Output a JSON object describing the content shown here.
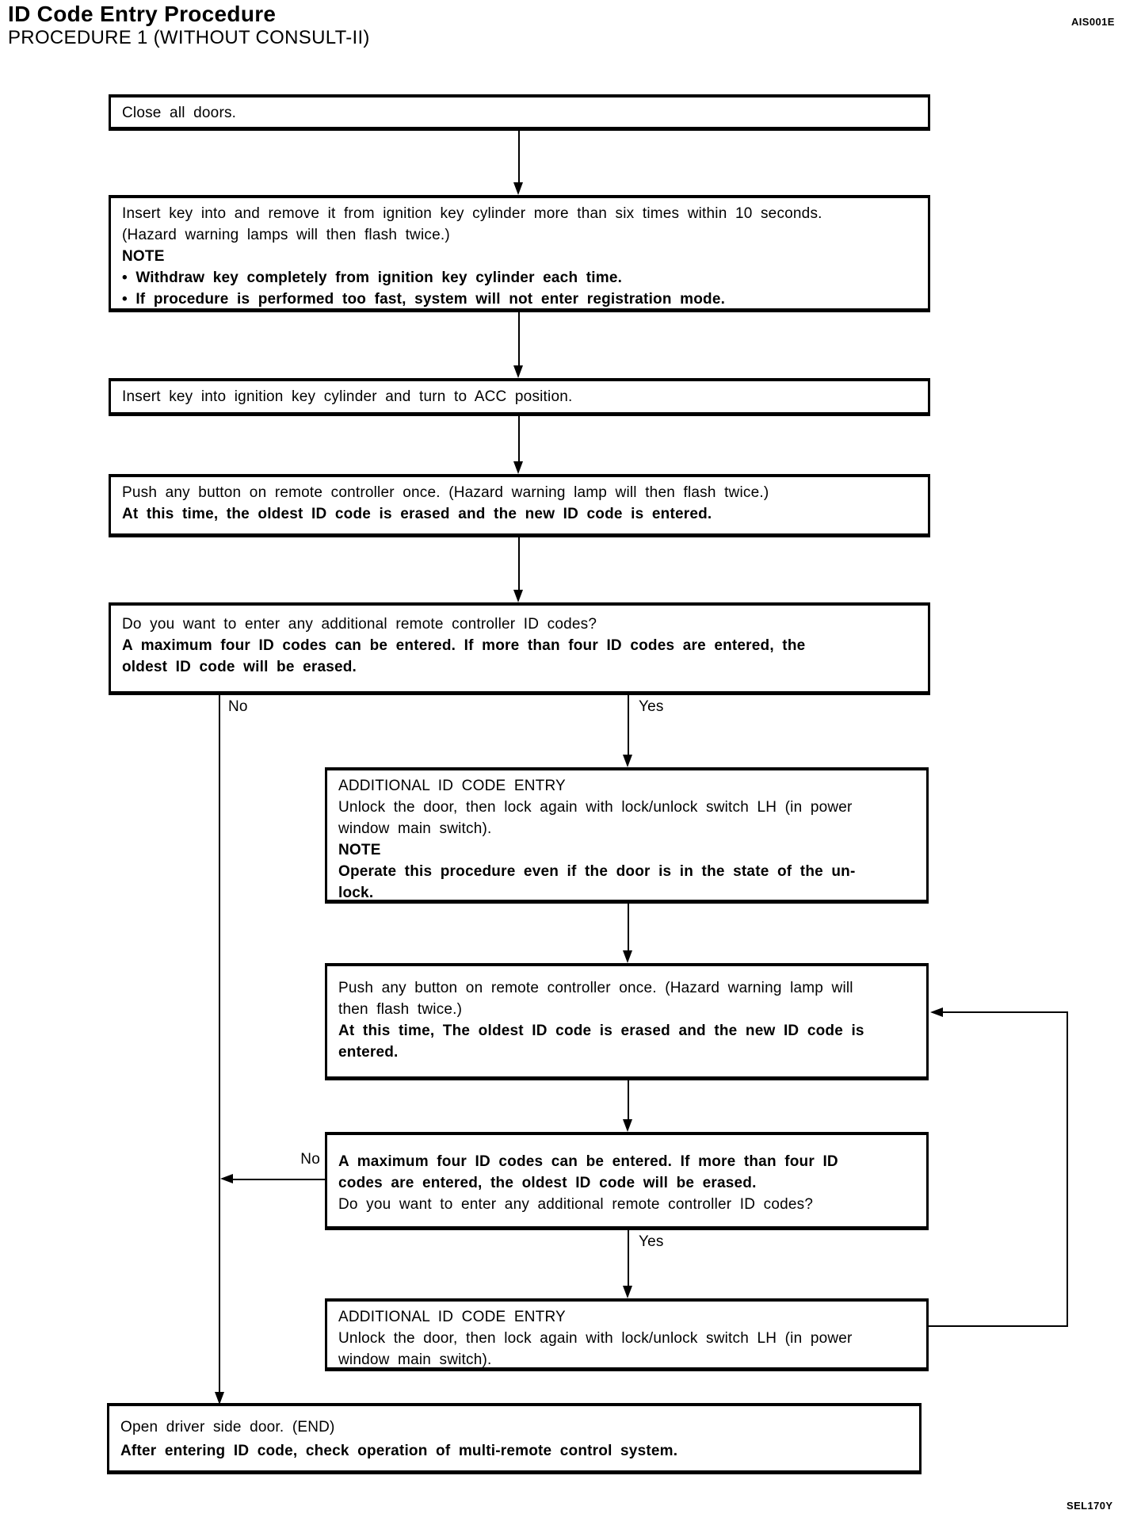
{
  "page": {
    "title": "ID Code Entry Procedure",
    "subtitle": "PROCEDURE 1 (WITHOUT CONSULT-II)",
    "code_top_right": "AIS001E",
    "code_bottom_right": "SEL170Y"
  },
  "flow": {
    "close_doors": {
      "lines": [
        "Close all doors."
      ]
    },
    "insert_remove_key": {
      "lines": [
        "Insert key into and remove it from ignition key cylinder more than six times within 10 seconds.",
        "(Hazard warning lamps will then flash twice.)",
        "NOTE",
        "• Withdraw key completely from ignition key cylinder each time.",
        "• If procedure is performed too fast, system will not enter registration mode."
      ]
    },
    "acc_position": {
      "lines": [
        "Insert key into ignition key cylinder and turn to ACC position."
      ]
    },
    "push_button_first": {
      "lines": [
        "Push any button on remote controller once. (Hazard warning lamp will then flash twice.)",
        "At this time, the oldest ID code is erased and the new ID code is entered."
      ]
    },
    "additional_question_first": {
      "lines": [
        "Do you want to enter any additional remote controller ID codes?",
        "A maximum four ID codes can be entered. If more than four ID codes are entered, the",
        "oldest ID code will be erased."
      ]
    },
    "additional_entry_first": {
      "lines": [
        "ADDITIONAL ID CODE ENTRY",
        "Unlock the door, then lock again with lock/unlock switch LH (in power",
        "window main switch).",
        "NOTE",
        "Operate this procedure even if the door is in the state of the un-",
        "lock."
      ]
    },
    "push_button_second": {
      "lines": [
        "Push any button on remote controller once. (Hazard warning lamp will",
        "then flash twice.)",
        "At this time, The oldest ID code is erased and the new ID code is",
        "entered."
      ]
    },
    "additional_question_second": {
      "lines": [
        "A maximum four ID codes can be entered. If more than four ID",
        "codes are entered, the oldest ID code will be erased.",
        "Do you want to enter any additional remote controller ID codes?"
      ]
    },
    "additional_entry_second": {
      "lines": [
        "ADDITIONAL ID CODE ENTRY",
        "Unlock the door, then lock again with lock/unlock switch LH (in power",
        "window main switch)."
      ]
    },
    "end_step": {
      "lines": [
        "Open driver side door. (END)",
        "After entering ID code, check operation of multi-remote control system."
      ]
    }
  },
  "branch_labels": {
    "no_first": "No",
    "yes_first": "Yes",
    "no_second": "No",
    "yes_second": "Yes"
  },
  "colors": {
    "ink": "#000000",
    "paper": "#ffffff"
  }
}
